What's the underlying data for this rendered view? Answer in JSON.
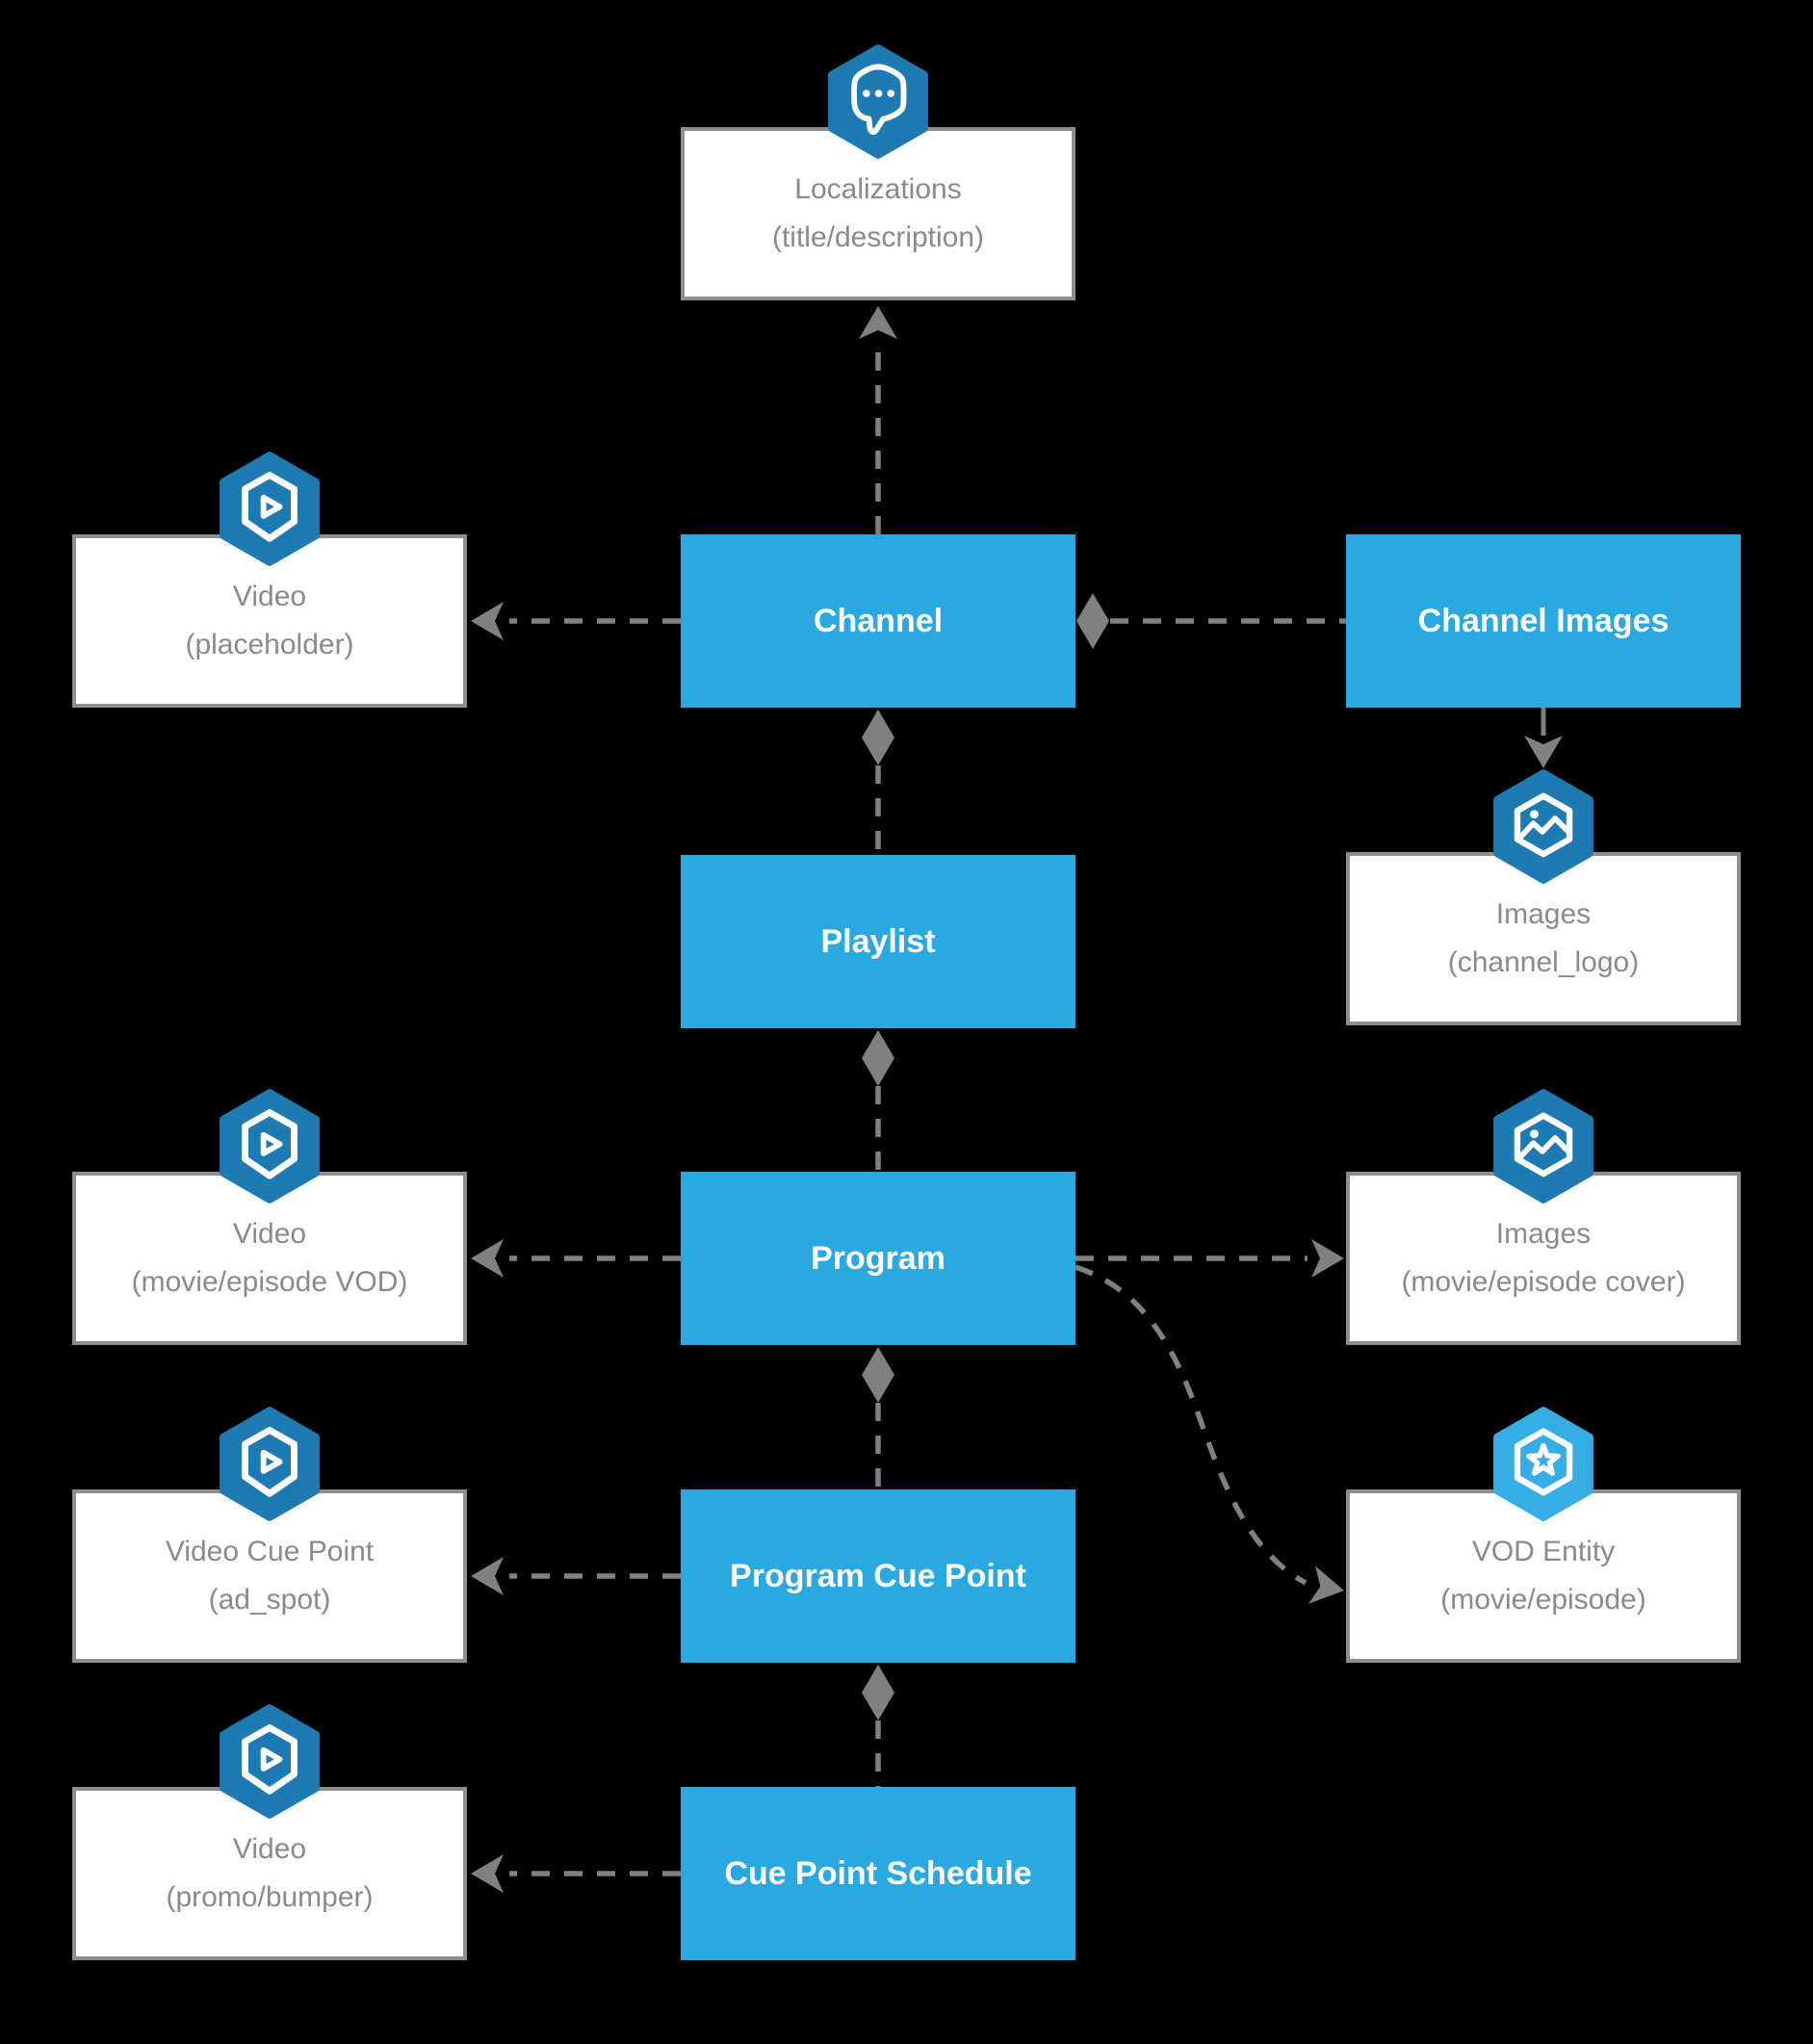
{
  "colors": {
    "entity_blue": "#29A9E0",
    "badge_blue": "#1D7AB2",
    "badge_light_blue": "#36ADE4",
    "line_gray": "#808080",
    "border_gray": "#8E8E8E",
    "text_gray": "#8A8A8A",
    "box_white": "#FFFFFF",
    "background": "#000000"
  },
  "nodes": [
    {
      "id": "localizations",
      "style": "white",
      "icon": "chat-icon",
      "label_lines": [
        "Localizations",
        "(title/description)"
      ]
    },
    {
      "id": "video-placeholder",
      "style": "white",
      "icon": "video-icon",
      "label_lines": [
        "Video",
        "(placeholder)"
      ]
    },
    {
      "id": "channel",
      "style": "blue",
      "icon": null,
      "label_lines": [
        "Channel"
      ]
    },
    {
      "id": "channel-images",
      "style": "blue",
      "icon": null,
      "label_lines": [
        "Channel Images"
      ]
    },
    {
      "id": "images-channel-logo",
      "style": "white",
      "icon": "images-icon",
      "label_lines": [
        "Images",
        "(channel_logo)"
      ]
    },
    {
      "id": "playlist",
      "style": "blue",
      "icon": null,
      "label_lines": [
        "Playlist"
      ]
    },
    {
      "id": "video-movie-episode-vod",
      "style": "white",
      "icon": "video-icon",
      "label_lines": [
        "Video",
        "(movie/episode VOD)"
      ]
    },
    {
      "id": "program",
      "style": "blue",
      "icon": null,
      "label_lines": [
        "Program"
      ]
    },
    {
      "id": "images-movie-episode-cover",
      "style": "white",
      "icon": "images-icon",
      "label_lines": [
        "Images",
        "(movie/episode cover)"
      ]
    },
    {
      "id": "video-cue-point",
      "style": "white",
      "icon": "video-icon",
      "label_lines": [
        "Video Cue Point",
        "(ad_spot)"
      ]
    },
    {
      "id": "program-cue-point",
      "style": "blue",
      "icon": null,
      "label_lines": [
        "Program Cue Point"
      ]
    },
    {
      "id": "vod-entity",
      "style": "white",
      "icon": "star-icon",
      "label_lines": [
        "VOD Entity",
        "(movie/episode)"
      ]
    },
    {
      "id": "video-promo-bumper",
      "style": "white",
      "icon": "video-icon",
      "label_lines": [
        "Video",
        "(promo/bumper)"
      ]
    },
    {
      "id": "cue-point-schedule",
      "style": "blue",
      "icon": null,
      "label_lines": [
        "Cue Point Schedule"
      ]
    }
  ],
  "connectors": [
    {
      "from": "channel",
      "to": "localizations",
      "line": "dashed",
      "start_marker": "none",
      "end_marker": "arrow"
    },
    {
      "from": "channel",
      "to": "video-placeholder",
      "line": "dashed",
      "start_marker": "none",
      "end_marker": "arrow"
    },
    {
      "from": "channel",
      "to": "channel-images",
      "line": "dashed",
      "start_marker": "diamond",
      "end_marker": "none"
    },
    {
      "from": "channel",
      "to": "playlist",
      "line": "dashed",
      "start_marker": "diamond",
      "end_marker": "none"
    },
    {
      "from": "channel-images",
      "to": "images-channel-logo",
      "line": "solid",
      "start_marker": "none",
      "end_marker": "arrow"
    },
    {
      "from": "playlist",
      "to": "program",
      "line": "dashed",
      "start_marker": "diamond",
      "end_marker": "none"
    },
    {
      "from": "program",
      "to": "video-movie-episode-vod",
      "line": "dashed",
      "start_marker": "none",
      "end_marker": "arrow"
    },
    {
      "from": "program",
      "to": "images-movie-episode-cover",
      "line": "dashed",
      "start_marker": "none",
      "end_marker": "arrow"
    },
    {
      "from": "program",
      "to": "vod-entity",
      "line": "dashed-curve",
      "start_marker": "none",
      "end_marker": "arrow"
    },
    {
      "from": "program",
      "to": "program-cue-point",
      "line": "dashed",
      "start_marker": "diamond",
      "end_marker": "none"
    },
    {
      "from": "program-cue-point",
      "to": "video-cue-point",
      "line": "dashed",
      "start_marker": "none",
      "end_marker": "arrow"
    },
    {
      "from": "program-cue-point",
      "to": "cue-point-schedule",
      "line": "dashed",
      "start_marker": "diamond",
      "end_marker": "none"
    },
    {
      "from": "cue-point-schedule",
      "to": "video-promo-bumper",
      "line": "dashed",
      "start_marker": "none",
      "end_marker": "arrow"
    }
  ]
}
